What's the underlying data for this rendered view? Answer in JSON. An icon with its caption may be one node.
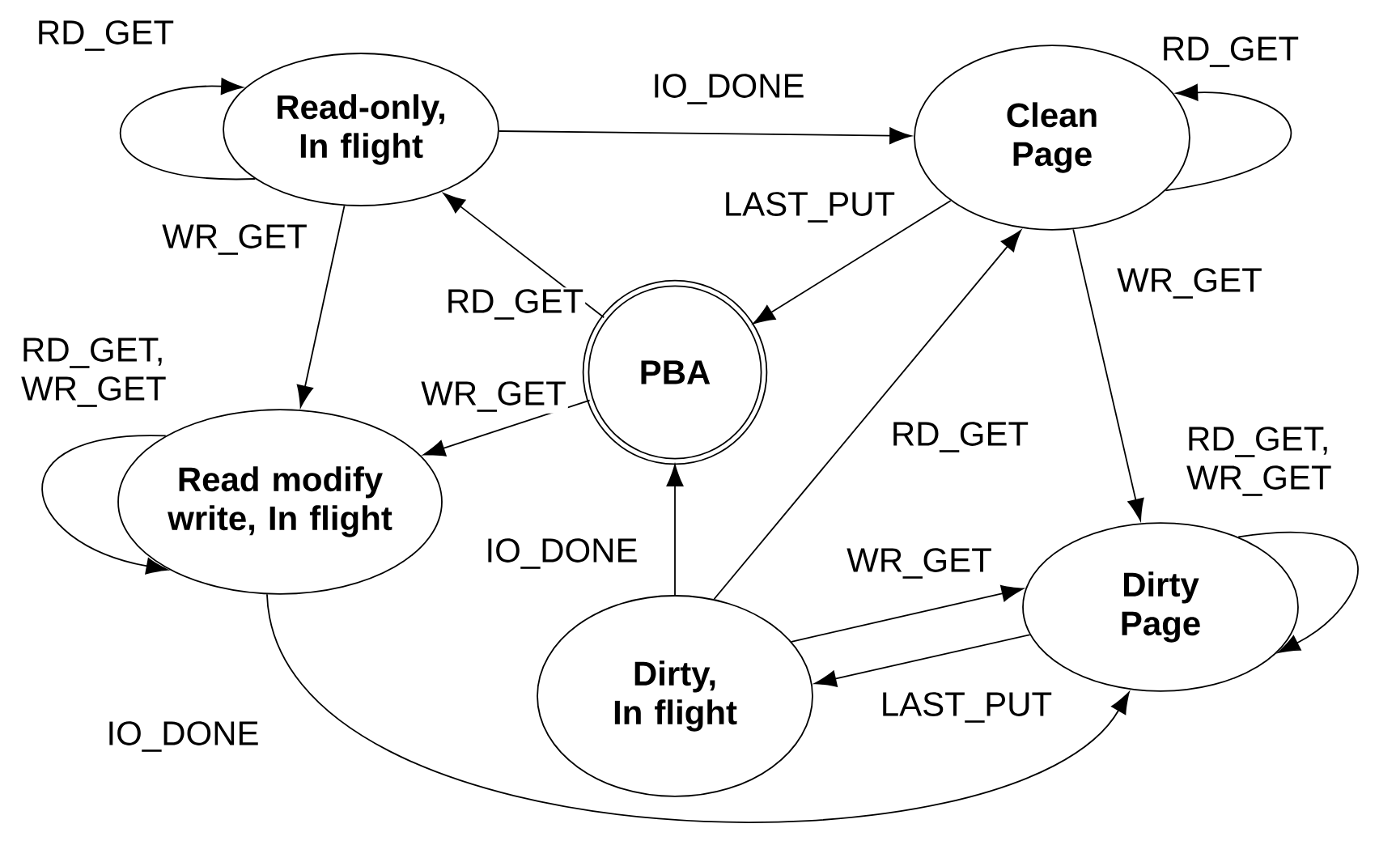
{
  "diagram": {
    "nodes": [
      {
        "text": [
          "Read-only, In flight"
        ]
      },
      {
        "text": [
          "Clean Page"
        ]
      },
      {
        "text": [
          "PBA"
        ]
      },
      {
        "text": [
          "Read modify write, In flight"
        ]
      },
      {
        "text": [
          "Dirty Page"
        ]
      },
      {
        "text": [
          "Dirty, In flight"
        ]
      }
    ],
    "edges": [
      {
        "from": 0,
        "to": 0,
        "arrow": "to",
        "label": "RD_GET"
      },
      {
        "from": 0,
        "to": 1,
        "arrow": "to",
        "label": "IO_DONE"
      },
      {
        "from": 1,
        "to": 1,
        "arrow": "to",
        "label": "RD_GET"
      },
      {
        "from": 0,
        "to": 3,
        "arrow": "to",
        "label": "WR_GET"
      },
      {
        "from": 1,
        "to": 2,
        "arrow": "to",
        "label": "LAST_PUT"
      },
      {
        "from": 2,
        "to": 0,
        "arrow": "to",
        "label": "RD_GET"
      },
      {
        "from": 2,
        "to": 3,
        "arrow": "to",
        "label": "WR_GET"
      },
      {
        "from": 3,
        "to": 3,
        "arrow": "to",
        "label": "RD_GET, WR_GET"
      },
      {
        "from": 1,
        "to": 4,
        "arrow": "to",
        "label": "WR_GET"
      },
      {
        "from": 5,
        "to": 1,
        "arrow": "to",
        "label": "RD_GET"
      },
      {
        "from": 5,
        "to": 2,
        "arrow": "to",
        "label": "IO_DONE"
      },
      {
        "from": 5,
        "to": 4,
        "arrow": "to",
        "label": "WR_GET"
      },
      {
        "from": 4,
        "to": 5,
        "arrow": "to",
        "label": "LAST_PUT"
      },
      {
        "from": 4,
        "to": 4,
        "arrow": "to",
        "label": "RD_GET, WR_GET"
      },
      {
        "from": 3,
        "to": 4,
        "arrow": "to",
        "label": "IO_DONE"
      }
    ]
  }
}
